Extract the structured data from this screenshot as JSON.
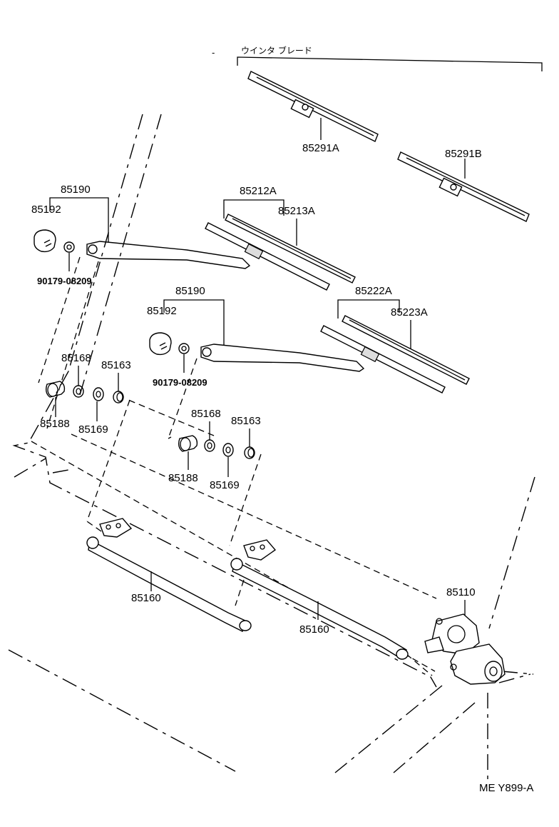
{
  "header_label": "ウインタ ブレード",
  "diagram_code": "ME Y899-A",
  "part_labels": {
    "blade_rubber_a": "85291A",
    "blade_rubber_b": "85291B",
    "arm_assy_left": "85190",
    "cap_left": "85192",
    "nut_left": "90179-08209",
    "blade_left": "85212A",
    "blade_insert_left": "85213A",
    "arm_assy_right": "85190",
    "cap_right": "85192",
    "nut_right": "90179-08209",
    "blade_right": "85222A",
    "blade_insert_right": "85223A",
    "washer_168_left": "85168",
    "ring_163_left": "85163",
    "bushing_188_left": "85188",
    "washer_169_left": "85169",
    "washer_168_right": "85168",
    "ring_163_right": "85163",
    "bushing_188_right": "85188",
    "washer_169_right": "85169",
    "link_left": "85160",
    "link_right": "85160",
    "motor": "85110"
  }
}
